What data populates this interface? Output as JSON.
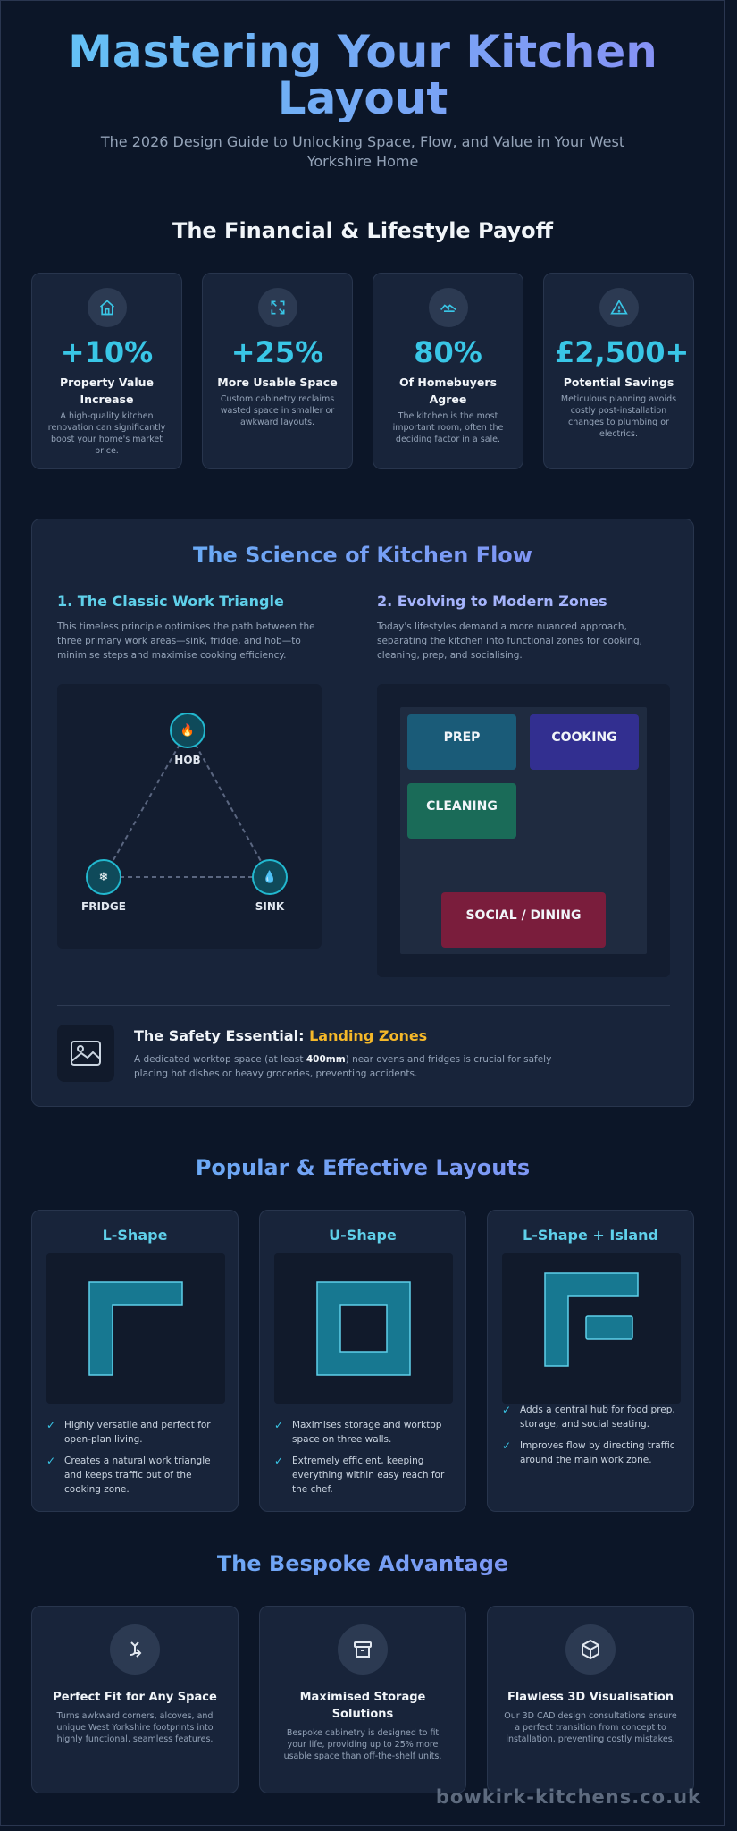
{
  "hero": {
    "title_line1": "Mastering Your Kitchen",
    "title_line2": "Layout",
    "subtitle": "The 2026 Design Guide to Unlocking Space, Flow, and Value in Your West Yorkshire Home"
  },
  "payoff": {
    "heading": "The Financial & Lifestyle Payoff",
    "stats": [
      {
        "icon": "house-icon",
        "value": "+10%",
        "label": "Property Value Increase",
        "desc": "A high-quality kitchen renovation can significantly boost your home's market price."
      },
      {
        "icon": "expand-icon",
        "value": "+25%",
        "label": "More Usable Space",
        "desc": "Custom cabinetry reclaims wasted space in smaller or awkward layouts."
      },
      {
        "icon": "handshake-icon",
        "value": "80%",
        "label": "Of Homebuyers Agree",
        "desc": "The kitchen is the most important room, often the deciding factor in a sale."
      },
      {
        "icon": "warning-icon",
        "value": "£2,500+",
        "label": "Potential Savings",
        "desc": "Meticulous planning avoids costly post-installation changes to plumbing or electrics."
      }
    ]
  },
  "flow": {
    "heading": "The Science of Kitchen Flow",
    "triangle": {
      "title": "1. The Classic Work Triangle",
      "desc": "This timeless principle optimises the path between the three primary work areas—sink, fridge, and hob—to minimise steps and maximise cooking efficiency.",
      "nodes": {
        "hob": "HOB",
        "fridge": "FRIDGE",
        "sink": "SINK"
      }
    },
    "zones": {
      "title": "2. Evolving to Modern Zones",
      "desc": "Today's lifestyles demand a more nuanced approach, separating the kitchen into functional zones for cooking, cleaning, prep, and socialising.",
      "prep": "PREP",
      "cooking": "COOKING",
      "cleaning": "CLEANING",
      "social": "SOCIAL / DINING"
    },
    "safety": {
      "title_prefix": "The Safety Essential: ",
      "title_highlight": "Landing Zones",
      "desc_before": "A dedicated worktop space (at least ",
      "desc_bold": "400mm",
      "desc_after": ") near ovens and fridges is crucial for safely placing hot dishes or heavy groceries, preventing accidents."
    }
  },
  "layouts": {
    "heading": "Popular & Effective Layouts",
    "items": [
      {
        "title": "L-Shape",
        "points": [
          "Highly versatile and perfect for open-plan living.",
          "Creates a natural work triangle and keeps traffic out of the cooking zone."
        ]
      },
      {
        "title": "U-Shape",
        "points": [
          "Maximises storage and worktop space on three walls.",
          "Extremely efficient, keeping everything within easy reach for the chef."
        ]
      },
      {
        "title": "L-Shape + Island",
        "points": [
          "Adds a central hub for food prep, storage, and social seating.",
          "Improves flow by directing traffic around the main work zone."
        ]
      }
    ]
  },
  "bespoke": {
    "heading": "The Bespoke Advantage",
    "items": [
      {
        "icon": "corner-arrow-icon",
        "title": "Perfect Fit for Any Space",
        "desc": "Turns awkward corners, alcoves, and unique West Yorkshire footprints into highly functional, seamless features."
      },
      {
        "icon": "archive-box-icon",
        "title": "Maximised Storage Solutions",
        "desc": "Bespoke cabinetry is designed to fit your life, providing up to 25% more usable space than off-the-shelf units."
      },
      {
        "icon": "cube-icon",
        "title": "Flawless 3D Visualisation",
        "desc": "Our 3D CAD design consultations ensure a perfect transition from concept to installation, preventing costly mistakes."
      }
    ]
  },
  "footer": {
    "url": "bowkirk-kitchens.co.uk"
  },
  "colors": {
    "background": "#0c1628",
    "card": "#18243a",
    "accent": "#39c6e6",
    "highlight": "#f5b829"
  }
}
